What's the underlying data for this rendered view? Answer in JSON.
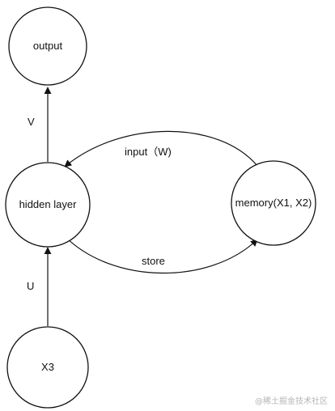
{
  "nodes": {
    "output": "output",
    "hidden": "hidden layer",
    "memory": "memory(X1,  X2)",
    "input": "X3"
  },
  "edges": {
    "v": "V",
    "u": "U",
    "input_w": "input（W)",
    "store": "store"
  },
  "watermark": "@稀土掘金技术社区"
}
